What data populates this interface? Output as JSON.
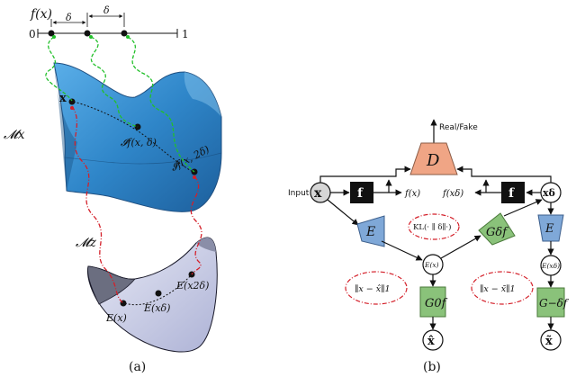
{
  "panel_a": {
    "caption": "(a)",
    "fx_label": "f(x)",
    "axis_start": "0",
    "axis_end": "1",
    "delta_1": "δ",
    "delta_2": "δ",
    "manifold_x": "𝓜x",
    "manifold_z": "𝓜z",
    "point_x": "x",
    "interp_1": "𝓘f(x, δ)",
    "interp_2": "𝓘f(x, 2δ)",
    "enc_x": "E(x)",
    "enc_xd": "E(xδ)",
    "enc_x2d": "E(x2δ)"
  },
  "panel_b": {
    "caption": "(b)",
    "real_fake": "Real/Fake",
    "disc": "D",
    "input_label": "Input",
    "node_x": "x",
    "node_xd": "xδ",
    "f_block_left": "f",
    "f_block_right": "f",
    "fx_left": "f(x)",
    "fx_right": "f(xδ)",
    "enc_left": "E",
    "enc_right": "E",
    "ex_node": "E(x)",
    "exd_node": "E(xδ)",
    "kl_label": "KL(· ∥ δ∥·)",
    "l1_left": "∥x − x̂∥1",
    "l1_right": "∥x − x̃∥1",
    "g_top": "Gδf",
    "g_mid": "G0f",
    "g_right": "G−δf",
    "out_hat": "x̂",
    "out_tilde": "x̃"
  },
  "colors": {
    "manifold_x": "#3a8fd0",
    "manifold_z": "#c9cde6",
    "green_path": "#22c02a",
    "red_path": "#d4202a",
    "disc_fill": "#f0a585",
    "encoder_fill": "#7fa8d8",
    "generator_fill": "#8ac27a",
    "f_block": "#111111"
  }
}
